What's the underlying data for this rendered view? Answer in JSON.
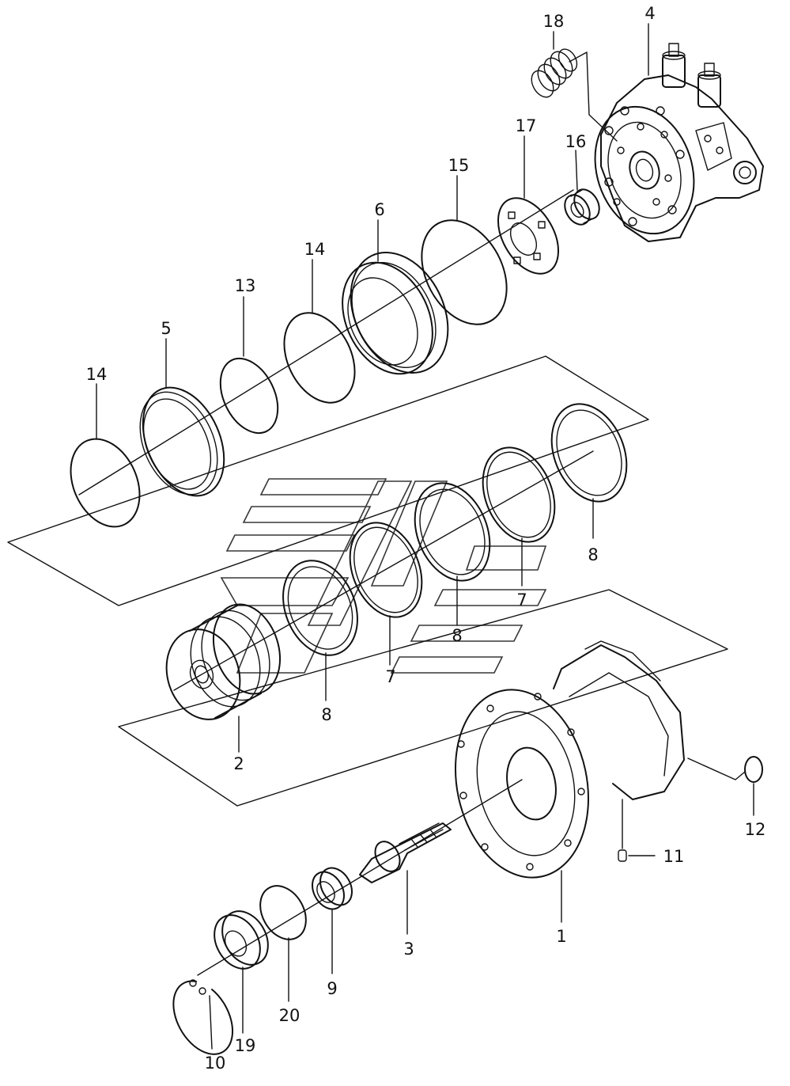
{
  "diagram": {
    "labels": {
      "p1": "1",
      "p2": "2",
      "p3": "3",
      "p4": "4",
      "p5": "5",
      "p6": "6",
      "p7a": "7",
      "p7b": "7",
      "p8a": "8",
      "p8b": "8",
      "p8c": "8",
      "p9": "9",
      "p10": "10",
      "p11": "11",
      "p12": "12",
      "p13": "13",
      "p14a": "14",
      "p14b": "14",
      "p15": "15",
      "p16": "16",
      "p17": "17",
      "p18": "18",
      "p19": "19",
      "p20": "20"
    }
  }
}
